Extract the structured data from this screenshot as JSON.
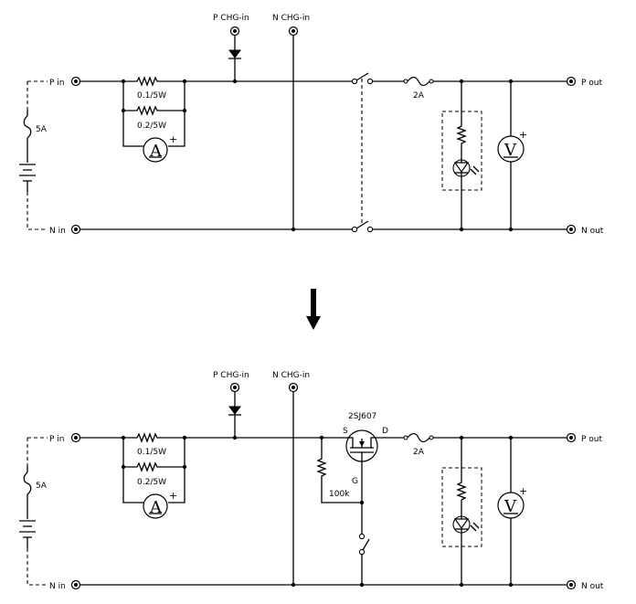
{
  "top": {
    "p_chg_in": "P CHG-in",
    "n_chg_in": "N CHG-in",
    "p_in": "P in",
    "n_in": "N in",
    "p_out": "P out",
    "n_out": "N out",
    "r1": "0.1/5W",
    "r2": "0.2/5W",
    "fuse_in": "5A",
    "fuse_out": "2A",
    "ammeter": "A",
    "voltmeter": "V",
    "plus": "+"
  },
  "bottom": {
    "p_chg_in": "P CHG-in",
    "n_chg_in": "N CHG-in",
    "p_in": "P in",
    "n_in": "N in",
    "p_out": "P out",
    "n_out": "N out",
    "r1": "0.1/5W",
    "r2": "0.2/5W",
    "fuse_in": "5A",
    "fuse_out": "2A",
    "ammeter": "A",
    "voltmeter": "V",
    "plus": "+",
    "mosfet": "2SJ607",
    "source": "S",
    "drain": "D",
    "gate": "G",
    "gate_resistor": "100k"
  }
}
